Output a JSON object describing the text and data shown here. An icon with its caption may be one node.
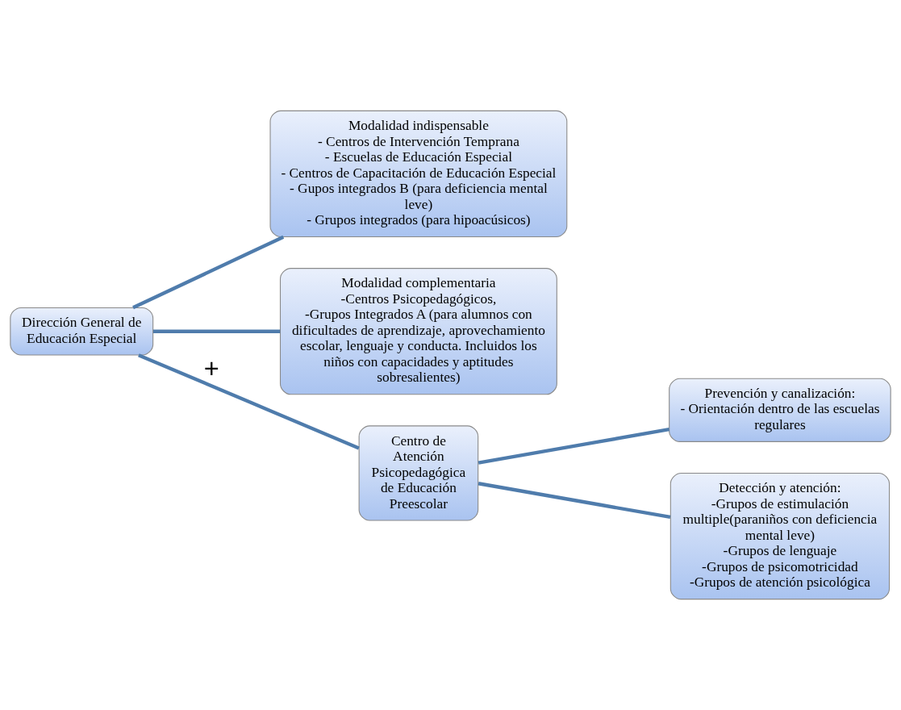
{
  "diagram": {
    "nodes": [
      {
        "text": [
          "Dirección General de Educación Especial"
        ]
      },
      {
        "text": [
          "Modalidad indispensable",
          "- Centros de Intervención Temprana",
          "- Escuelas de Educación Especial",
          "- Centros de Capacitación de Educación Especial",
          "- Gupos integrados B (para deficiencia mental leve)",
          "- Grupos integrados (para hipoacúsicos)"
        ]
      },
      {
        "text": [
          "Modalidad complementaria",
          "-Centros Psicopedagógicos,",
          "-Grupos Integrados A (para alumnos con dificultades de aprendizaje, aprovechamiento escolar, lenguaje y conducta. Incluidos los niños con capacidades y aptitudes sobresalientes)"
        ]
      },
      {
        "text": [
          "Centro de Atención Psicopedagógica de Educación Preescolar"
        ]
      },
      {
        "text": [
          "Prevención y canalización:",
          "- Orientación dentro de las escuelas regulares"
        ]
      },
      {
        "text": [
          "Detección y atención:",
          "-Grupos de estimulación multiple(paraniños con deficiencia mental leve)",
          "-Grupos de lenguaje",
          "-Grupos de psicomotricidad",
          "-Grupos de atención psicológica"
        ]
      }
    ],
    "edges": [
      {
        "from": 0,
        "to": 1,
        "arrow": "none"
      },
      {
        "from": 0,
        "to": 2,
        "arrow": "none"
      },
      {
        "from": 0,
        "to": 3,
        "arrow": "none",
        "label": "+"
      },
      {
        "from": 3,
        "to": 4,
        "arrow": "none"
      },
      {
        "from": 3,
        "to": 5,
        "arrow": "none"
      }
    ]
  }
}
